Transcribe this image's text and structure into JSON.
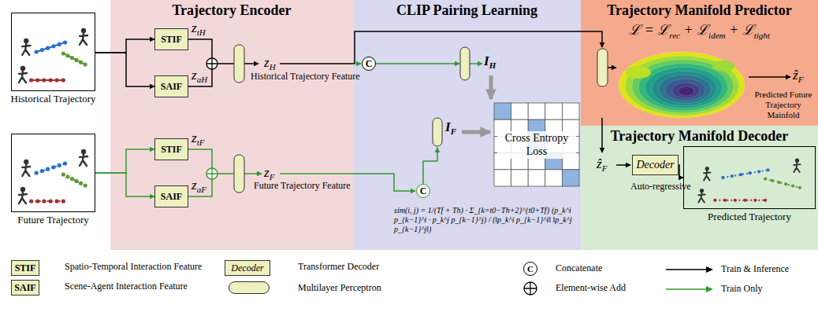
{
  "diagram": {
    "nodes": [
      {
        "text": [
          "Historical Trajectory"
        ]
      },
      {
        "text": [
          "Future Trajectory"
        ]
      },
      {
        "text": [
          "Trajectory Encoder"
        ]
      },
      {
        "text": [
          "STIF"
        ],
        "in": 2
      },
      {
        "text": [
          "SAIF"
        ],
        "in": 2
      },
      {
        "text": [
          "STIF"
        ],
        "in": 2
      },
      {
        "text": [
          "SAIF"
        ],
        "in": 2
      },
      {
        "text": [
          "CLIP Pairing Learning"
        ]
      },
      {
        "text": [
          "C"
        ],
        "in": 7
      },
      {
        "text": [
          "C"
        ],
        "in": 7
      },
      {
        "text": [
          "Cross Entropy Loss"
        ],
        "in": 7
      },
      {
        "text": [
          "Trajectory Manifold Predictor",
          "ℒ = ℒrec + ℒidem + ℒtight"
        ]
      },
      {
        "text": [
          "Trajectory Manifold Decoder"
        ]
      },
      {
        "text": [
          "Decoder"
        ],
        "in": 12
      },
      {
        "text": [
          "Predicted Trajectory"
        ],
        "in": 12
      }
    ],
    "edges": [
      {
        "from": 0,
        "to": 3,
        "arrow": "to"
      },
      {
        "from": 0,
        "to": 4,
        "arrow": "to"
      },
      {
        "from": 1,
        "to": 5,
        "arrow": "to"
      },
      {
        "from": 1,
        "to": 6,
        "arrow": "to"
      },
      {
        "from": 13,
        "to": 14,
        "arrow": "to"
      }
    ],
    "labels": [
      "ztH",
      "zaH",
      "zH",
      "Historical Trajectory Feature",
      "ztF",
      "zaF",
      "zF",
      "Future Trajectory Feature",
      "IH",
      "IF",
      "sim(i, j) = 1/(Tf + Th) · Σ_{k=t0−Th+2}^{t0+Tf} (p_k^i p_{k−1}^i · p_k^j p_{k−1}^j) / (‖p_k^i p_{k−1}^i‖ ‖p_k^j p_{k−1}^j‖)",
      "ẑF",
      "Predicted Future Trajectory Mainfold",
      "ẑF",
      "Auto-regressive",
      "STIF",
      "SAIF",
      "Decoder",
      "C"
    ],
    "legend": [
      {
        "text": "Spatio-Temporal Interaction Feature",
        "color": "#eef0c0"
      },
      {
        "text": "Scene-Agent Interaction Feature",
        "color": "#eef0c0"
      },
      {
        "text": "Transformer Decoder",
        "color": "#eef0c0"
      },
      {
        "text": "Multilayer Perceptron",
        "color": "#eef0c0"
      },
      {
        "text": "Concatenate"
      },
      {
        "text": "Element-wise Add"
      },
      {
        "text": "Train & Inference"
      },
      {
        "text": "Train Only"
      }
    ]
  }
}
